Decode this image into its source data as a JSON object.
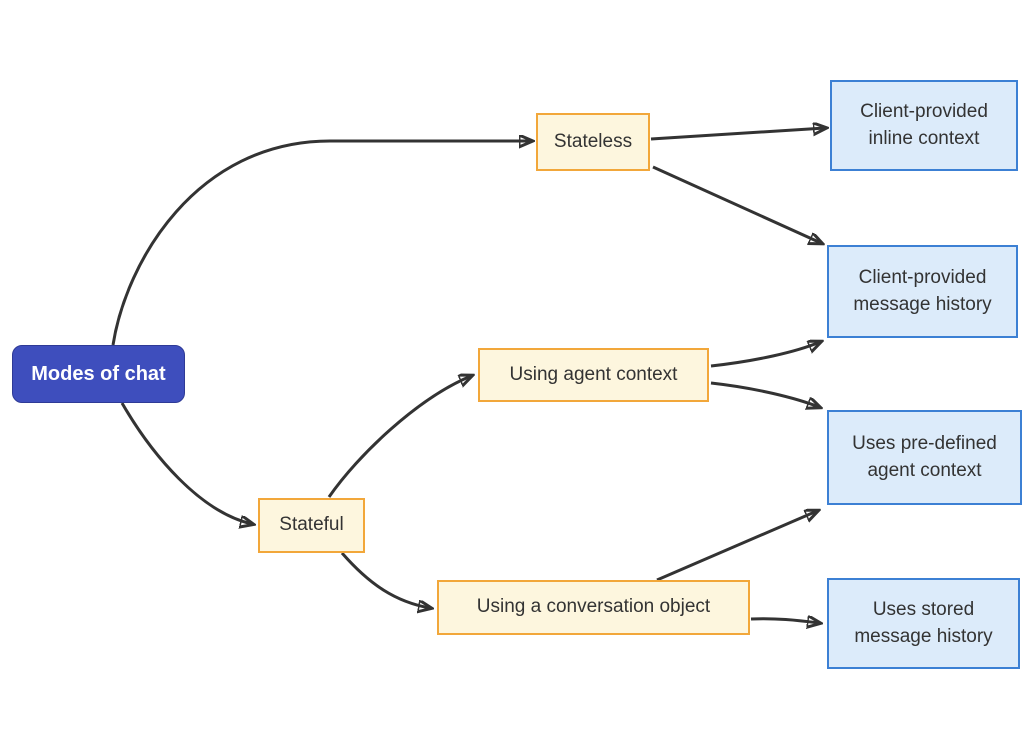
{
  "diagram": {
    "type": "flowchart",
    "direction": "left-to-right",
    "title": "Modes of chat",
    "nodes": {
      "modes_of_chat": {
        "label": "Modes of chat",
        "kind": "root"
      },
      "stateless": {
        "label": "Stateless",
        "kind": "branch"
      },
      "stateful": {
        "label": "Stateful",
        "kind": "branch"
      },
      "using_agent_context": {
        "label": "Using agent context",
        "kind": "branch"
      },
      "using_conversation_object": {
        "label": "Using a conversation object",
        "kind": "branch"
      },
      "client_inline_context": {
        "label": "Client-provided inline context",
        "kind": "leaf"
      },
      "client_message_history": {
        "label": "Client-provided message history",
        "kind": "leaf"
      },
      "predefined_agent_context": {
        "label": "Uses pre-defined agent context",
        "kind": "leaf"
      },
      "stored_message_history": {
        "label": "Uses stored message history",
        "kind": "leaf"
      }
    },
    "edges": [
      {
        "from": "Modes of chat",
        "to": "Stateless"
      },
      {
        "from": "Modes of chat",
        "to": "Stateful"
      },
      {
        "from": "Stateless",
        "to": "Client-provided inline context"
      },
      {
        "from": "Stateless",
        "to": "Client-provided message history"
      },
      {
        "from": "Stateful",
        "to": "Using agent context"
      },
      {
        "from": "Stateful",
        "to": "Using a conversation object"
      },
      {
        "from": "Using agent context",
        "to": "Client-provided message history"
      },
      {
        "from": "Using agent context",
        "to": "Uses pre-defined agent context"
      },
      {
        "from": "Using a conversation object",
        "to": "Uses pre-defined agent context"
      },
      {
        "from": "Using a conversation object",
        "to": "Uses stored message history"
      }
    ],
    "colors": {
      "bg": "#ffffff",
      "edge": "#333333",
      "node_text": "#333333",
      "root_fill": "#3e4ebd",
      "root_border": "#2e3a96",
      "root_text": "#ffffff",
      "branch_fill": "#fdf6de",
      "branch_border": "#f2a73a",
      "leaf_fill": "#dcebfa",
      "leaf_border": "#3c80d4"
    }
  }
}
